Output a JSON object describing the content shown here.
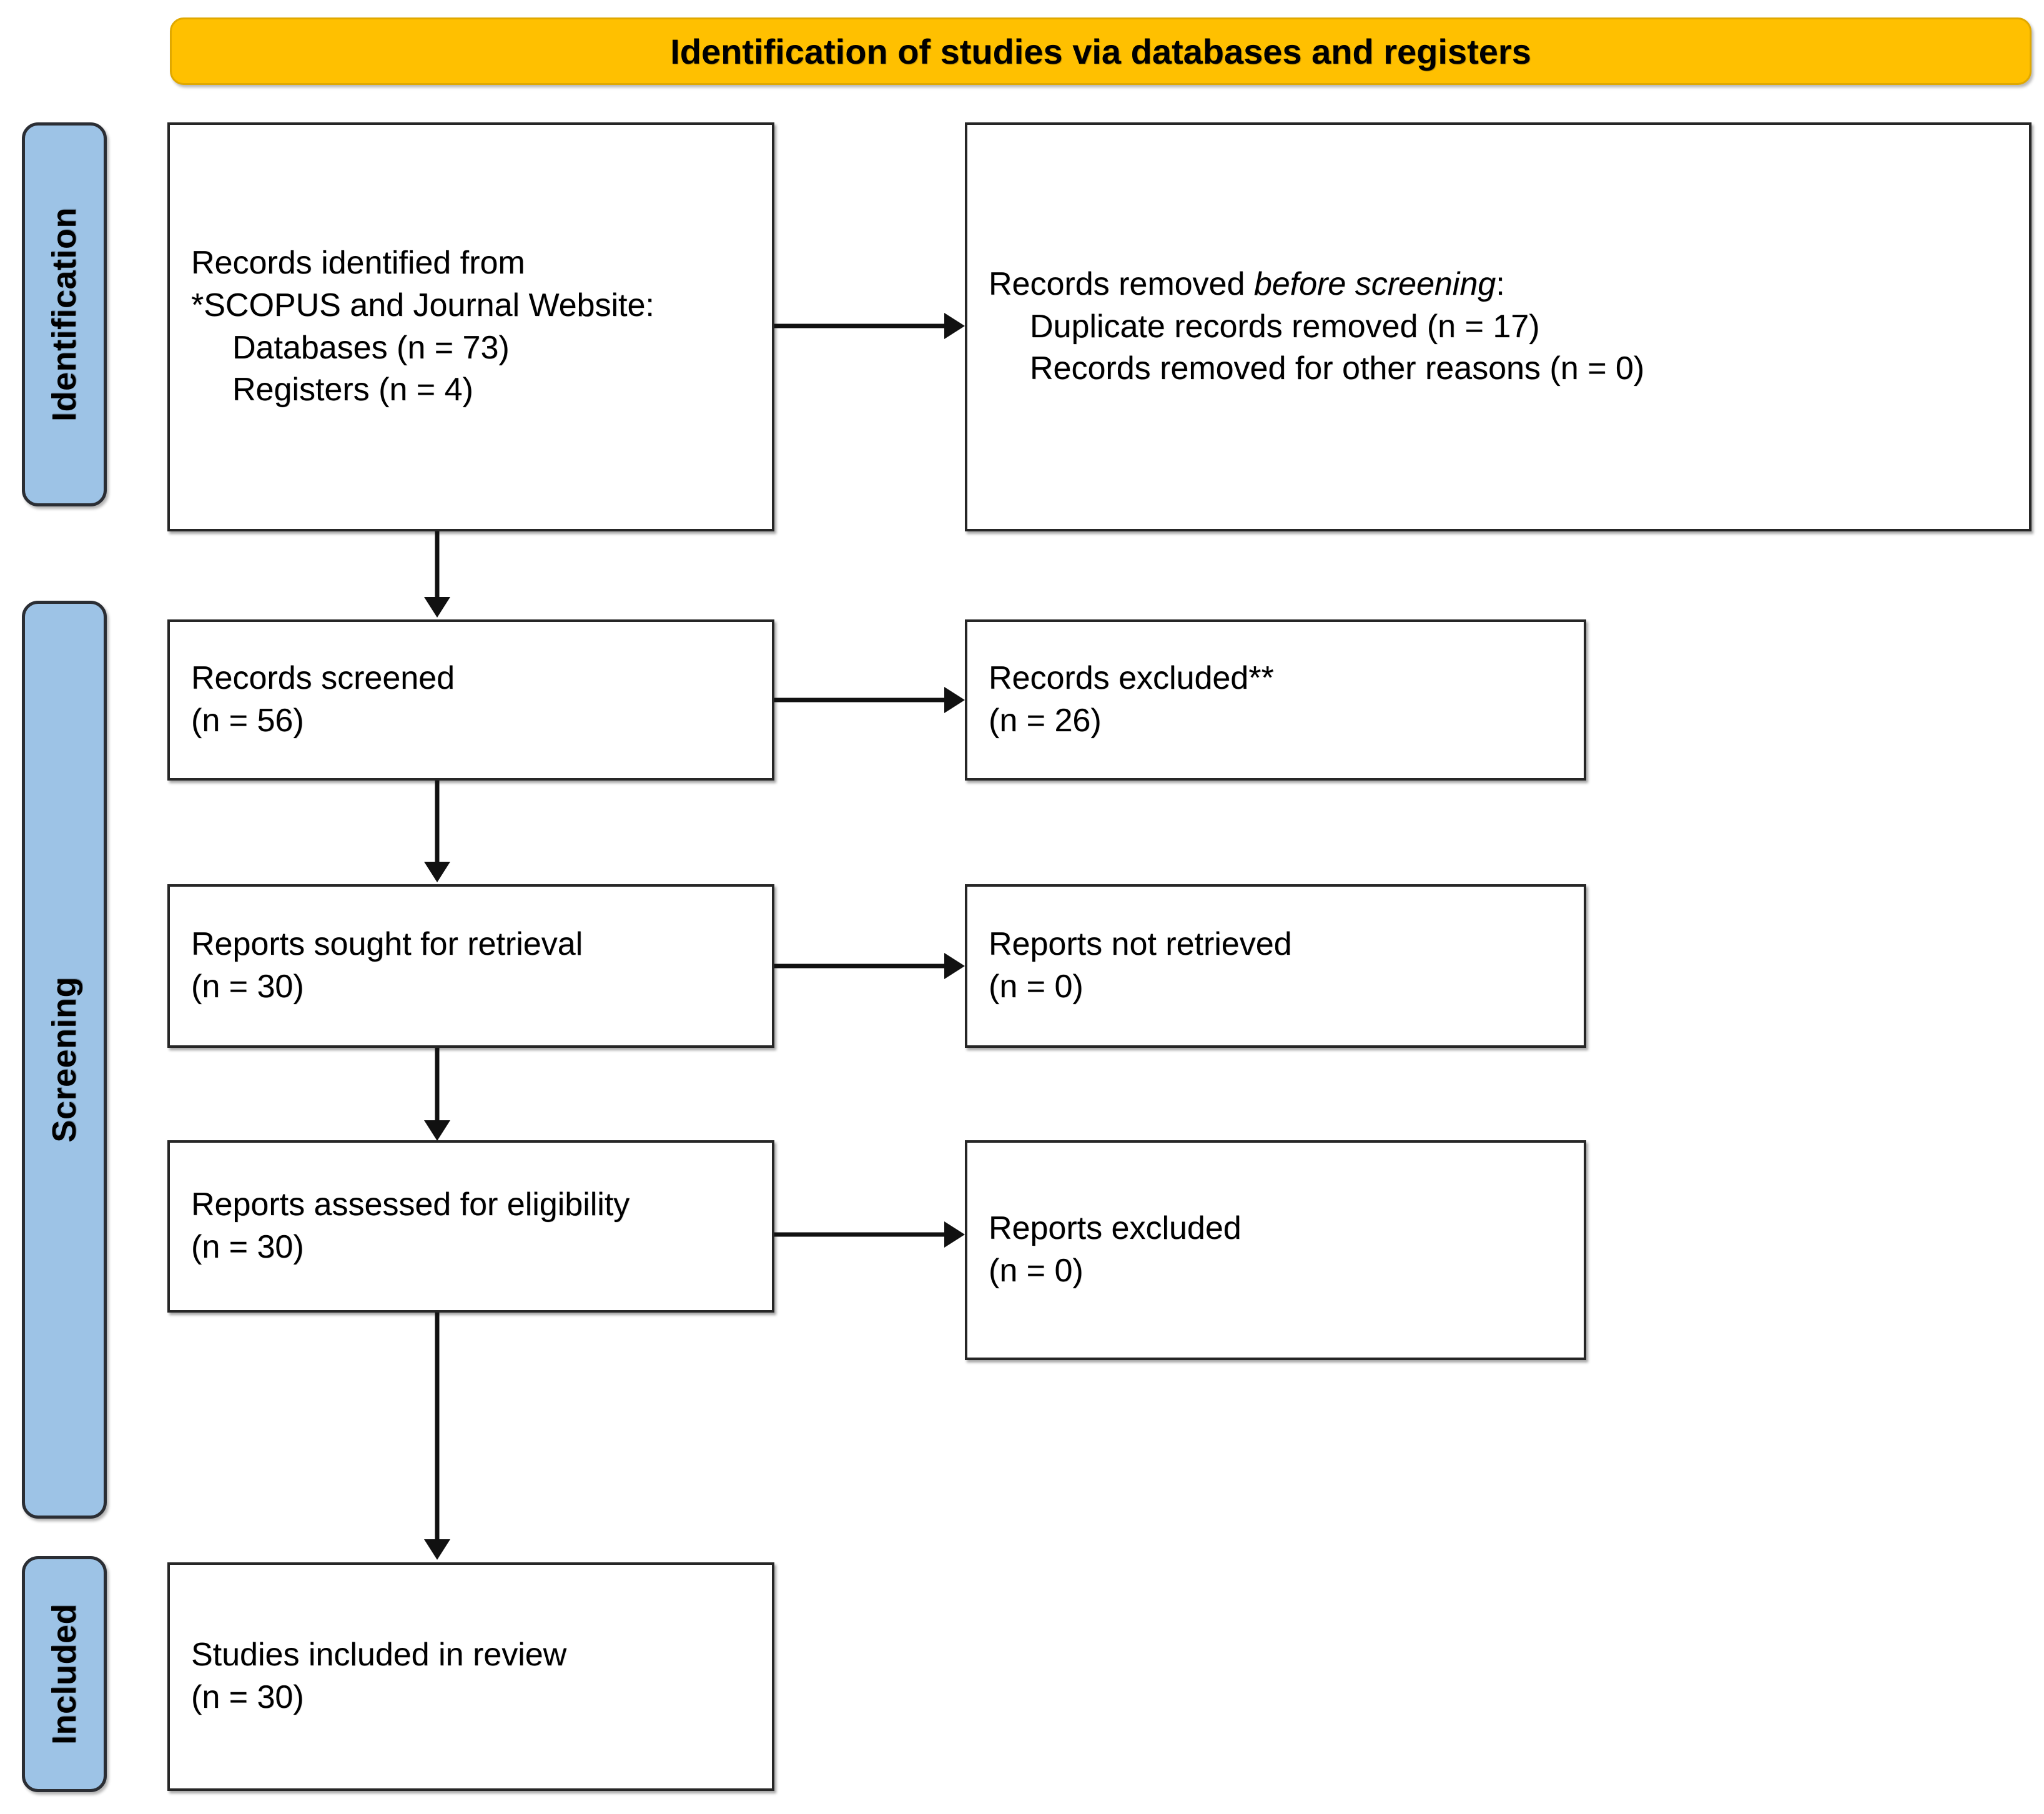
{
  "banner": {
    "title": "Identification of studies via databases and registers"
  },
  "stages": [
    {
      "id": "identification",
      "label": "Identification"
    },
    {
      "id": "screening",
      "label": "Screening"
    },
    {
      "id": "included",
      "label": "Included"
    }
  ],
  "boxes": {
    "records_identified": {
      "lines": [
        {
          "text": "Records identified from",
          "indent": false
        },
        {
          "text": "*SCOPUS and Journal Website:",
          "indent": false
        },
        {
          "text": "Databases (n = 73)",
          "indent": true
        },
        {
          "text": "Registers (n = 4)",
          "indent": true
        }
      ]
    },
    "records_removed": {
      "lines": [
        {
          "text_plain": "Records removed ",
          "text_italic": "before screening",
          "text_tail": ":",
          "indent": false
        },
        {
          "text": "Duplicate records removed (n = 17)",
          "indent": true
        },
        {
          "text": "Records removed for other reasons (n = 0)",
          "indent": true
        }
      ]
    },
    "records_screened": {
      "lines": [
        {
          "text": "Records screened",
          "indent": false
        },
        {
          "text": "(n = 56)",
          "indent": false
        }
      ]
    },
    "records_excluded": {
      "lines": [
        {
          "text": "Records excluded**",
          "indent": false
        },
        {
          "text": "(n = 26)",
          "indent": false
        }
      ]
    },
    "reports_sought": {
      "lines": [
        {
          "text": "Reports sought for retrieval",
          "indent": false
        },
        {
          "text": "(n = 30)",
          "indent": false
        }
      ]
    },
    "reports_not_retrieved": {
      "lines": [
        {
          "text": "Reports not retrieved",
          "indent": false
        },
        {
          "text": "(n = 0)",
          "indent": false
        }
      ]
    },
    "reports_assessed": {
      "lines": [
        {
          "text": "Reports assessed for eligibility",
          "indent": false
        },
        {
          "text": "(n = 30)",
          "indent": false
        }
      ]
    },
    "reports_excluded": {
      "lines": [
        {
          "text": "Reports excluded",
          "indent": false
        },
        {
          "text": "(n = 0)",
          "indent": false
        }
      ]
    },
    "studies_included": {
      "lines": [
        {
          "text": "Studies included in review",
          "indent": false
        },
        {
          "text": "(n = 30)",
          "indent": false
        }
      ]
    }
  },
  "colors": {
    "banner_fill": "#FFC000",
    "stage_fill": "#9DC3E6",
    "box_border": "#262626",
    "stage_border": "#2B2E34",
    "arrow": "#111111"
  },
  "chart_data": {
    "type": "diagram",
    "title": "Identification of studies via databases and registers",
    "nodes": [
      {
        "id": "records_identified",
        "stage": "Identification",
        "label": "Records identified from *SCOPUS and Journal Website: Databases (n = 73), Registers (n = 4)",
        "n_databases": 73,
        "n_registers": 4
      },
      {
        "id": "records_removed",
        "stage": "Identification",
        "label": "Records removed before screening: Duplicate records removed (n = 17), Records removed for other reasons (n = 0)",
        "n_duplicates": 17,
        "n_other": 0
      },
      {
        "id": "records_screened",
        "stage": "Screening",
        "label": "Records screened",
        "n": 56
      },
      {
        "id": "records_excluded",
        "stage": "Screening",
        "label": "Records excluded**",
        "n": 26
      },
      {
        "id": "reports_sought",
        "stage": "Screening",
        "label": "Reports sought for retrieval",
        "n": 30
      },
      {
        "id": "reports_not_retrieved",
        "stage": "Screening",
        "label": "Reports not retrieved",
        "n": 0
      },
      {
        "id": "reports_assessed",
        "stage": "Screening",
        "label": "Reports assessed for eligibility",
        "n": 30
      },
      {
        "id": "reports_excluded",
        "stage": "Screening",
        "label": "Reports excluded",
        "n": 0
      },
      {
        "id": "studies_included",
        "stage": "Included",
        "label": "Studies included in review",
        "n": 30
      }
    ],
    "edges": [
      {
        "from": "records_identified",
        "to": "records_removed",
        "direction": "right"
      },
      {
        "from": "records_identified",
        "to": "records_screened",
        "direction": "down"
      },
      {
        "from": "records_screened",
        "to": "records_excluded",
        "direction": "right"
      },
      {
        "from": "records_screened",
        "to": "reports_sought",
        "direction": "down"
      },
      {
        "from": "reports_sought",
        "to": "reports_not_retrieved",
        "direction": "right"
      },
      {
        "from": "reports_sought",
        "to": "reports_assessed",
        "direction": "down"
      },
      {
        "from": "reports_assessed",
        "to": "reports_excluded",
        "direction": "right"
      },
      {
        "from": "reports_assessed",
        "to": "studies_included",
        "direction": "down"
      }
    ]
  }
}
